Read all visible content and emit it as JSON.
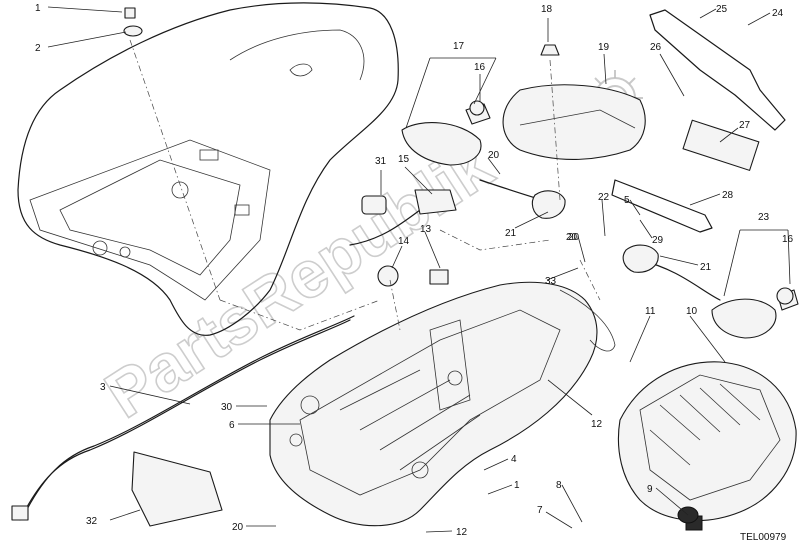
{
  "diagram": {
    "reference_code": "TEL00979",
    "watermark": "PartsRepublik",
    "watermark_icon": "gear-icon",
    "colors": {
      "line": "#1a1a1a",
      "watermark": "#bdbdbd",
      "background": "#ffffff"
    },
    "callouts": [
      "1",
      "2",
      "3",
      "4",
      "5",
      "6",
      "7",
      "8",
      "9",
      "10",
      "11",
      "12",
      "13",
      "14",
      "15",
      "16",
      "17",
      "18",
      "19",
      "20",
      "21",
      "22",
      "23",
      "24",
      "25",
      "26",
      "27",
      "28",
      "29",
      "30",
      "31",
      "32",
      "33"
    ],
    "labels": [
      "1",
      "2",
      "18",
      "17",
      "16",
      "19",
      "26",
      "25",
      "24",
      "27",
      "28",
      "31",
      "15",
      "20",
      "21",
      "22",
      "5",
      "29",
      "20",
      "21",
      "23",
      "16",
      "14",
      "13",
      "33",
      "20",
      "11",
      "10",
      "3",
      "30",
      "6",
      "12",
      "4",
      "1",
      "8",
      "7",
      "9",
      "12",
      "32",
      "20"
    ]
  }
}
